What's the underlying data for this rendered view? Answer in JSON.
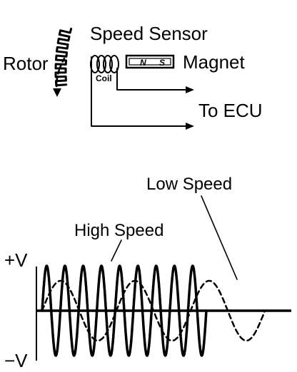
{
  "sensor": {
    "title": "Speed Sensor",
    "rotor_label": "Rotor",
    "coil_label": "Coil",
    "magnet_label": "Magnet",
    "magnet_north": "N",
    "magnet_south": "S",
    "output_label": "To ECU"
  },
  "waveform": {
    "high_speed_label": "High Speed",
    "low_speed_label": "Low Speed",
    "positive_label": "+V",
    "negative_label": "−V",
    "high_speed_cycles": 9,
    "low_speed_cycles": 3
  },
  "colors": {
    "ink": "#000000",
    "background": "#ffffff"
  }
}
